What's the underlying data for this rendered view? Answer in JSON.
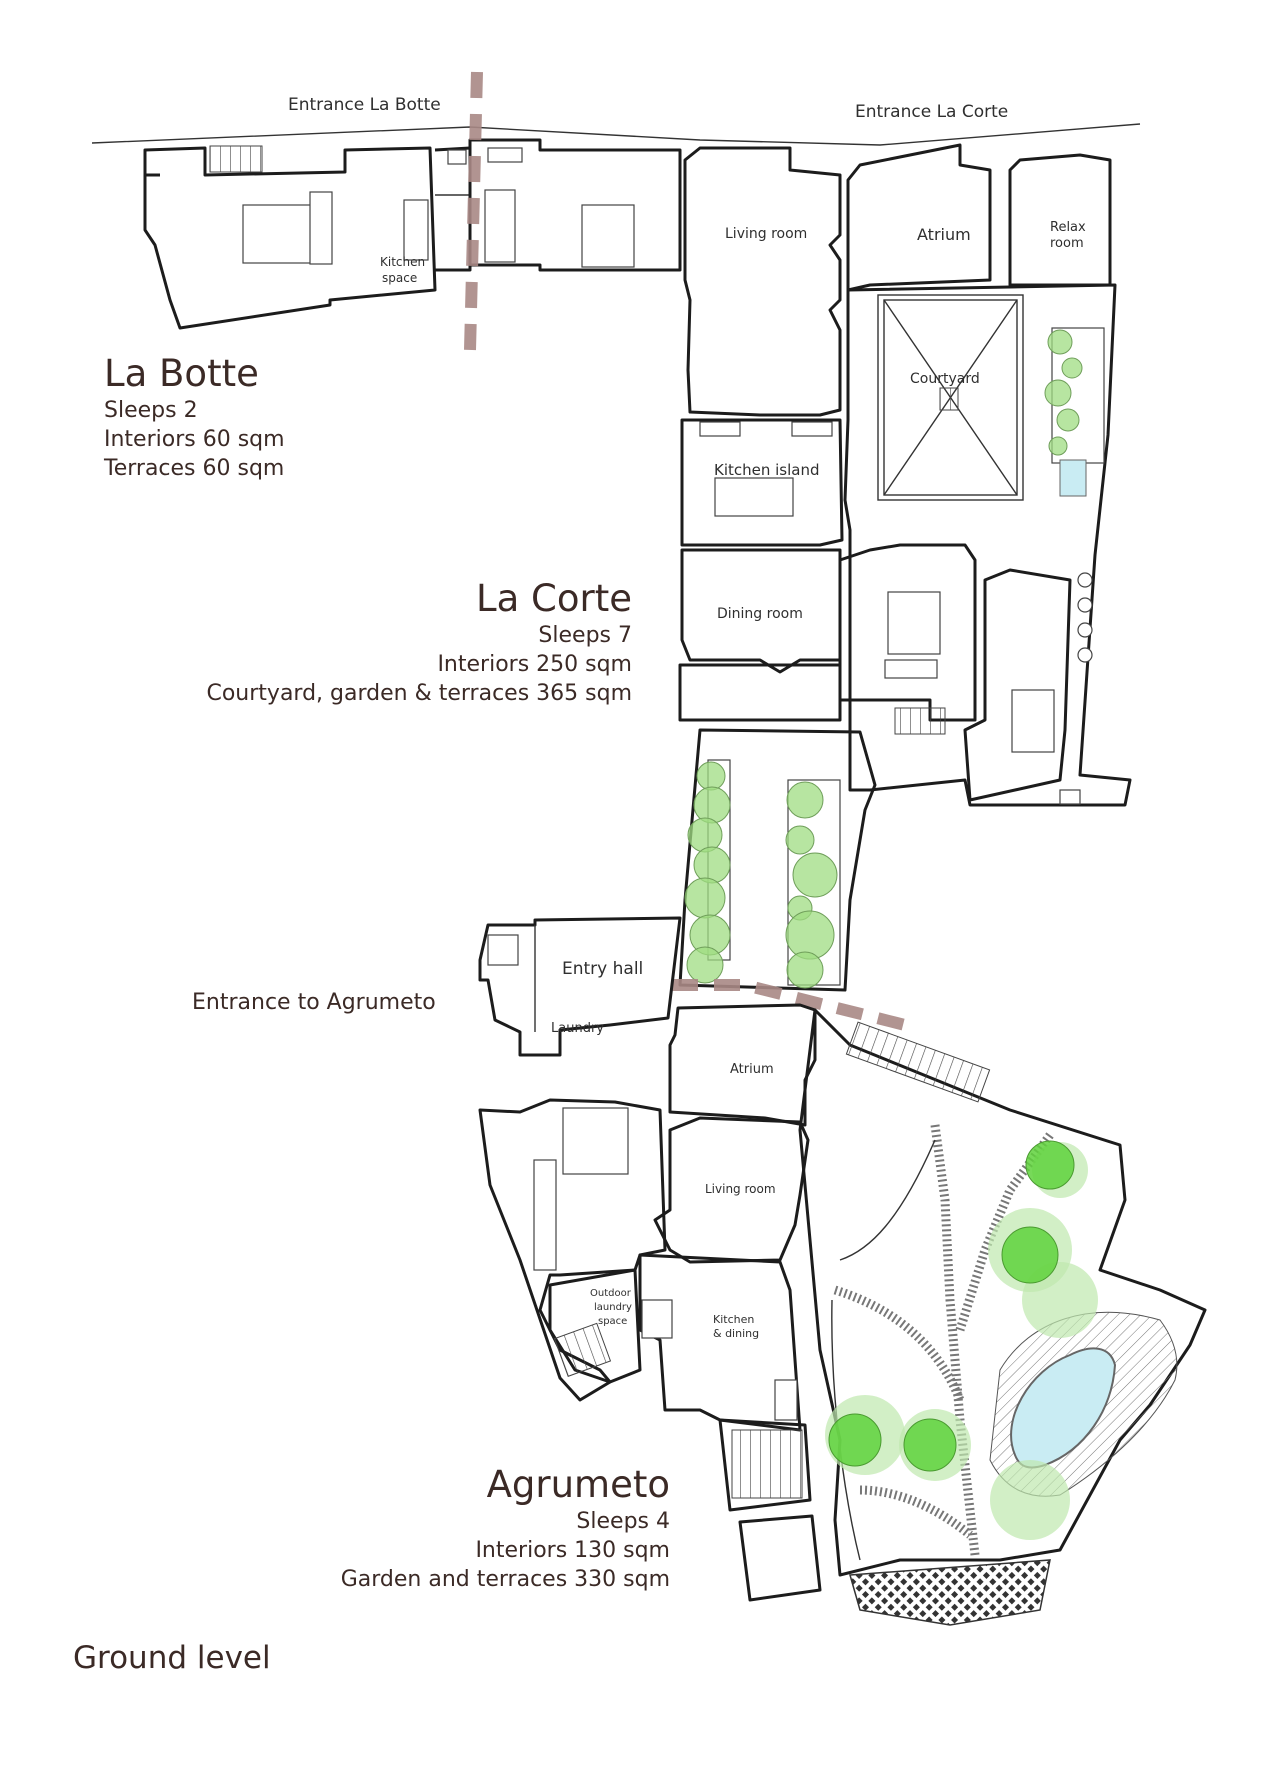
{
  "entrances": {
    "la_botte": "Entrance La Botte",
    "la_corte": "Entrance La Corte",
    "agrumeto": "Entrance to Agrumeto"
  },
  "units": [
    {
      "id": "la-botte",
      "title": "La Botte",
      "lines": [
        "Sleeps 2",
        "Interiors 60 sqm",
        "Terraces 60 sqm"
      ]
    },
    {
      "id": "la-corte",
      "title": "La Corte",
      "lines": [
        "Sleeps 7",
        "Interiors 250 sqm",
        "Courtyard, garden & terraces 365 sqm"
      ]
    },
    {
      "id": "agrumeto",
      "title": "Agrumeto",
      "lines": [
        "Sleeps 4",
        "Interiors 130 sqm",
        "Garden and terraces 330 sqm"
      ]
    }
  ],
  "rooms": {
    "kitchen_space": [
      "Kitchen",
      "space"
    ],
    "living_room_corte": "Living room",
    "atrium_corte": "Atrium",
    "relax_room": [
      "Relax",
      "room"
    ],
    "courtyard": "Courtyard",
    "kitchen_island": "Kitchen island",
    "dining_room": "Dining room",
    "entry_hall": "Entry hall",
    "laundry": "Laundry",
    "atrium_agrumeto": "Atrium",
    "living_room_agrumeto": "Living room",
    "outdoor_laundry": [
      "Outdoor",
      "laundry",
      "space"
    ],
    "kitchen_dining": [
      "Kitchen",
      "& dining"
    ]
  },
  "level": "Ground level",
  "colors": {
    "divider": "#a88885",
    "garden": "#9fdc82",
    "tree_accent": "#5fd23c",
    "pool": "#c9ecf3",
    "text": "#3b2a26"
  }
}
